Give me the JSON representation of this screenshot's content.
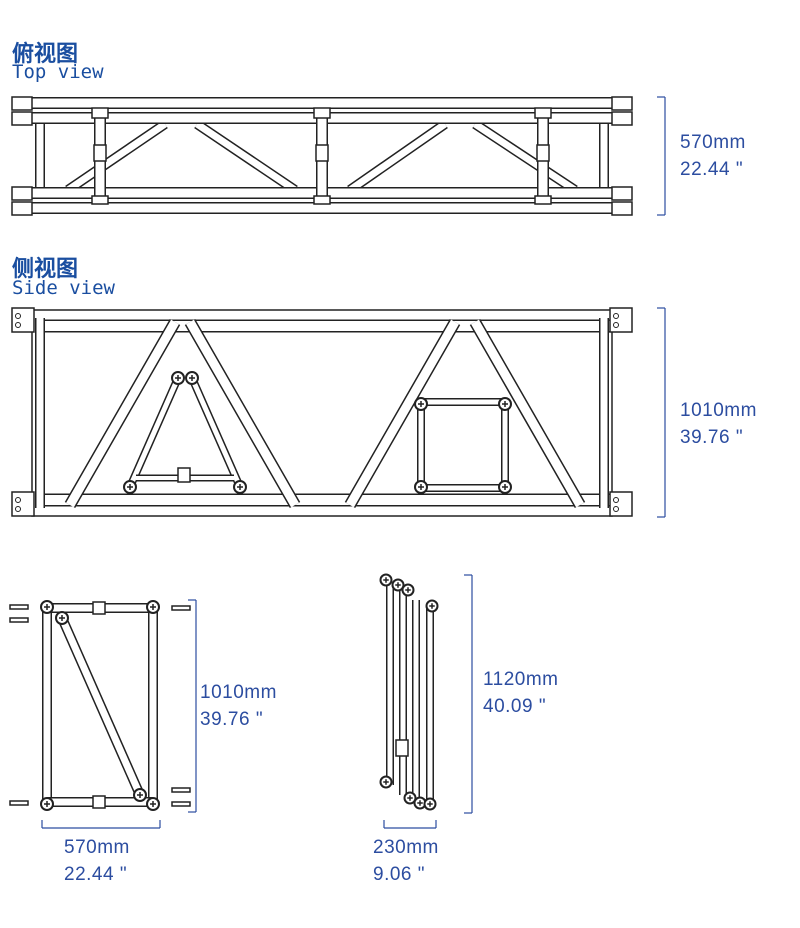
{
  "top_view": {
    "title_cn": "俯视图",
    "title_en": "Top view",
    "dim_mm": "570mm",
    "dim_in": "22.44 \""
  },
  "side_view": {
    "title_cn": "侧视图",
    "title_en": "Side view",
    "dim_mm": "1010mm",
    "dim_in": "39.76 \""
  },
  "end_view": {
    "height_mm": "1010mm",
    "height_in": "39.76 \"",
    "width_mm": "570mm",
    "width_in": "22.44 \""
  },
  "folded_view": {
    "height_mm": "1120mm",
    "height_in": "40.09 \"",
    "width_mm": "230mm",
    "width_in": "9.06 \""
  },
  "colors": {
    "accent": "#1a4ea0",
    "dimension": "#2c4da0",
    "line": "#222222"
  }
}
